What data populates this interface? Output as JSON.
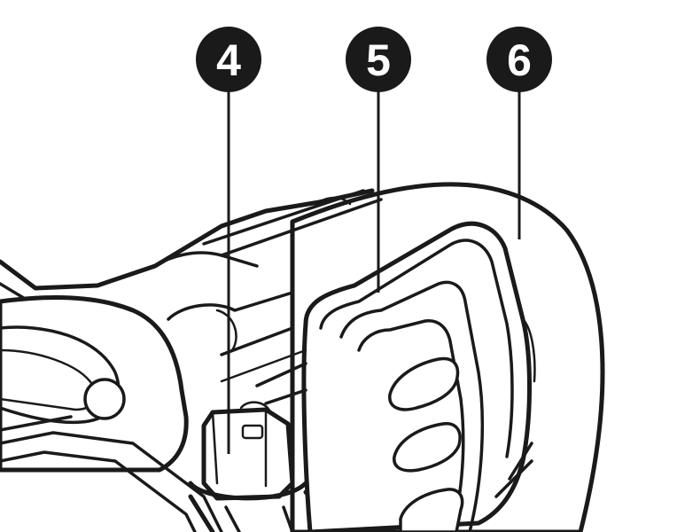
{
  "callouts": [
    {
      "number": "4"
    },
    {
      "number": "5"
    },
    {
      "number": "6"
    }
  ],
  "colors": {
    "line": "#1a1a1a",
    "background": "#ffffff",
    "badge": "#1a1a1a",
    "badge_text": "#ffffff"
  }
}
